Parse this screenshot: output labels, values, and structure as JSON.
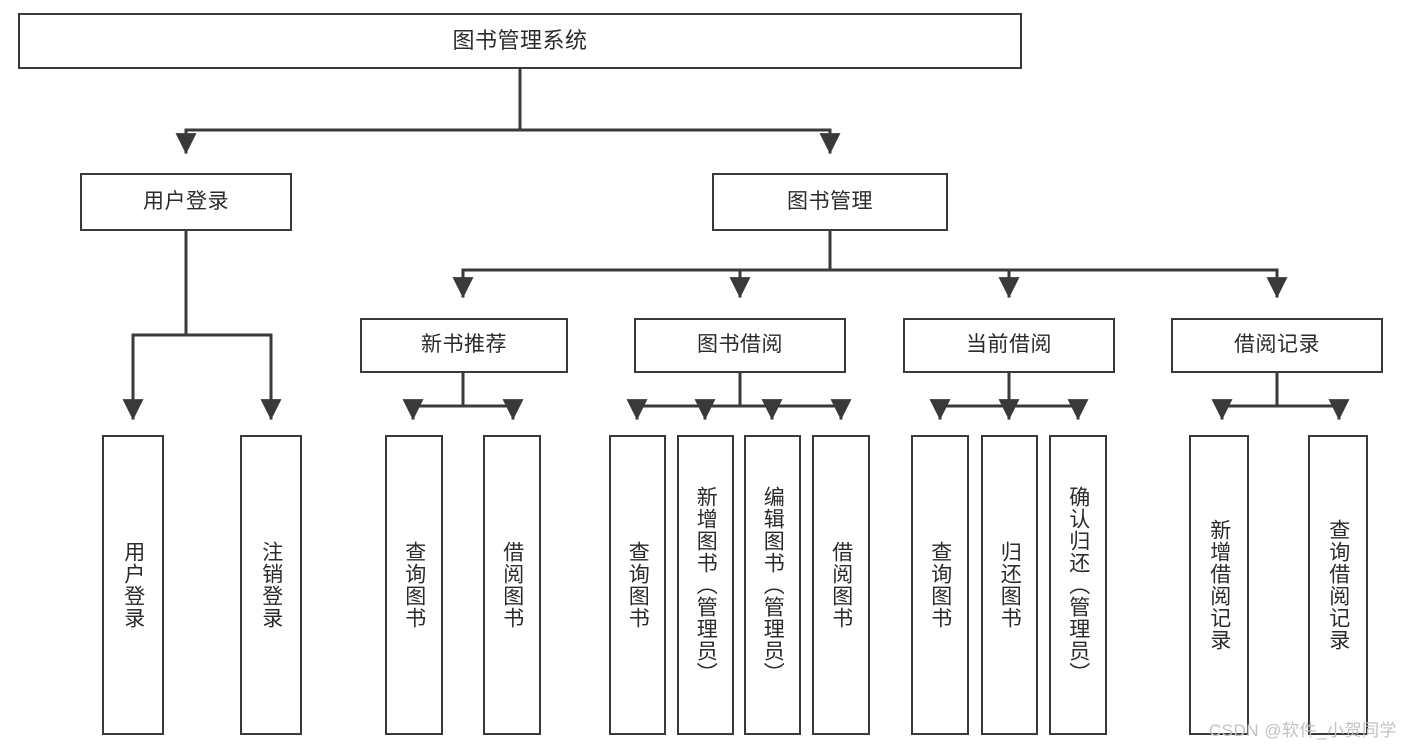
{
  "diagram": {
    "type": "tree-hierarchy-chart",
    "title": "图书管理系统",
    "watermark": "CSDN @软件_小贺同学",
    "colors": {
      "border": "#3a3a3a",
      "text": "#2b2b2b",
      "background": "#ffffff",
      "connector": "#3a3a3a",
      "watermark": "#c2c2c2"
    },
    "levels": [
      {
        "level": 0,
        "nodes": [
          {
            "id": "root",
            "label": "图书管理系统",
            "orientation": "horizontal"
          }
        ]
      },
      {
        "level": 1,
        "nodes": [
          {
            "id": "l1-user-login",
            "label": "用户登录",
            "orientation": "horizontal",
            "parent": "root"
          },
          {
            "id": "l1-book-manage",
            "label": "图书管理",
            "orientation": "horizontal",
            "parent": "root"
          }
        ]
      },
      {
        "level": 2,
        "nodes": [
          {
            "id": "l2-new-book-rec",
            "label": "新书推荐",
            "orientation": "horizontal",
            "parent": "l1-book-manage"
          },
          {
            "id": "l2-book-borrow",
            "label": "图书借阅",
            "orientation": "horizontal",
            "parent": "l1-book-manage"
          },
          {
            "id": "l2-current-borrow",
            "label": "当前借阅",
            "orientation": "horizontal",
            "parent": "l1-book-manage"
          },
          {
            "id": "l2-borrow-record",
            "label": "借阅记录",
            "orientation": "horizontal",
            "parent": "l1-book-manage"
          }
        ]
      },
      {
        "level": 3,
        "nodes": [
          {
            "id": "leaf-1",
            "label": "用户登录",
            "orientation": "vertical",
            "parent": "l1-user-login"
          },
          {
            "id": "leaf-2",
            "label": "注销登录",
            "orientation": "vertical",
            "parent": "l1-user-login"
          },
          {
            "id": "leaf-3",
            "label": "查询图书",
            "orientation": "vertical",
            "parent": "l2-new-book-rec"
          },
          {
            "id": "leaf-4",
            "label": "借阅图书",
            "orientation": "vertical",
            "parent": "l2-new-book-rec"
          },
          {
            "id": "leaf-5",
            "label": "查询图书",
            "orientation": "vertical",
            "parent": "l2-book-borrow"
          },
          {
            "id": "leaf-6",
            "label": "新增图书（管理员）",
            "orientation": "vertical",
            "parent": "l2-book-borrow"
          },
          {
            "id": "leaf-7",
            "label": "编辑图书（管理员）",
            "orientation": "vertical",
            "parent": "l2-book-borrow"
          },
          {
            "id": "leaf-8",
            "label": "借阅图书",
            "orientation": "vertical",
            "parent": "l2-book-borrow"
          },
          {
            "id": "leaf-9",
            "label": "查询图书",
            "orientation": "vertical",
            "parent": "l2-current-borrow"
          },
          {
            "id": "leaf-10",
            "label": "归还图书",
            "orientation": "vertical",
            "parent": "l2-current-borrow"
          },
          {
            "id": "leaf-11",
            "label": "确认归还（管理员）",
            "orientation": "vertical",
            "parent": "l2-current-borrow"
          },
          {
            "id": "leaf-12",
            "label": "新增借阅记录",
            "orientation": "vertical",
            "parent": "l2-borrow-record"
          },
          {
            "id": "leaf-13",
            "label": "查询借阅记录",
            "orientation": "vertical",
            "parent": "l2-borrow-record"
          }
        ]
      }
    ]
  }
}
